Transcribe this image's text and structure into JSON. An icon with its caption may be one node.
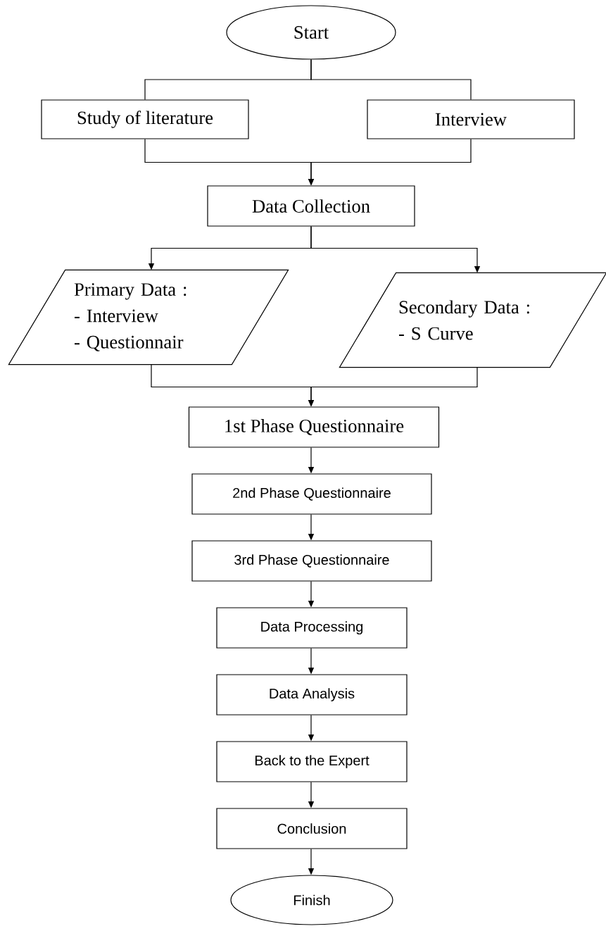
{
  "diagram": {
    "nodes": [
      {
        "text": [
          "Start"
        ]
      },
      {
        "text": [
          "Study of literature"
        ]
      },
      {
        "text": [
          "Interview"
        ]
      },
      {
        "text": [
          "Data Collection"
        ]
      },
      {
        "text": [
          "Primary Data :",
          "- Interview",
          "- Questionnair"
        ]
      },
      {
        "text": [
          "Secondary Data :",
          "- S Curve"
        ]
      },
      {
        "text": [
          "1st Phase Questionnaire"
        ]
      },
      {
        "text": [
          "2nd Phase Questionnaire"
        ]
      },
      {
        "text": [
          "3rd Phase Questionnaire"
        ]
      },
      {
        "text": [
          "Data Processing"
        ]
      },
      {
        "text": [
          "Data Analysis"
        ]
      },
      {
        "text": [
          "Back to the Expert"
        ]
      },
      {
        "text": [
          "Conclusion"
        ]
      },
      {
        "text": [
          "Finish"
        ]
      }
    ],
    "edges": [
      {
        "from": 0,
        "to": 1,
        "arrow": "none"
      },
      {
        "from": 0,
        "to": 2,
        "arrow": "none"
      },
      {
        "from": 1,
        "to": 3,
        "arrow": "to"
      },
      {
        "from": 2,
        "to": 3,
        "arrow": "to"
      },
      {
        "from": 3,
        "to": 4,
        "arrow": "to"
      },
      {
        "from": 3,
        "to": 5,
        "arrow": "to"
      },
      {
        "from": 4,
        "to": 6,
        "arrow": "to"
      },
      {
        "from": 5,
        "to": 6,
        "arrow": "to"
      },
      {
        "from": 6,
        "to": 7,
        "arrow": "to"
      },
      {
        "from": 7,
        "to": 8,
        "arrow": "to"
      },
      {
        "from": 8,
        "to": 9,
        "arrow": "to"
      },
      {
        "from": 9,
        "to": 10,
        "arrow": "to"
      },
      {
        "from": 10,
        "to": 11,
        "arrow": "to"
      },
      {
        "from": 11,
        "to": 12,
        "arrow": "to"
      },
      {
        "from": 12,
        "to": 13,
        "arrow": "to"
      }
    ]
  }
}
